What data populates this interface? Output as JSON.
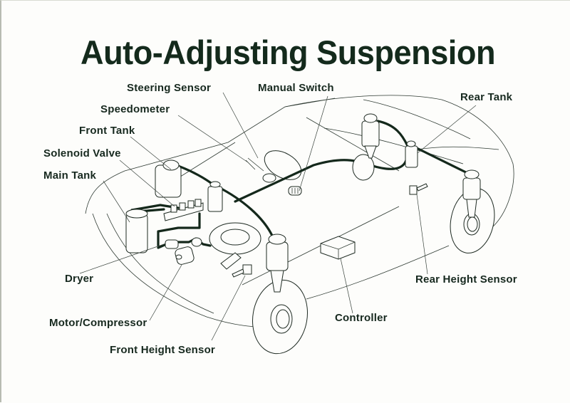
{
  "title": "Auto-Adjusting Suspension",
  "labels": {
    "steering_sensor": "Steering Sensor",
    "manual_switch": "Manual Switch",
    "rear_tank": "Rear Tank",
    "speedometer": "Speedometer",
    "front_tank": "Front Tank",
    "solenoid_valve": "Solenoid Valve",
    "main_tank": "Main Tank",
    "dryer": "Dryer",
    "rear_height_sensor": "Rear Height Sensor",
    "controller": "Controller",
    "motor_compressor": "Motor/Compressor",
    "front_height_sensor": "Front Height Sensor"
  },
  "colors": {
    "ink": "#17291f",
    "background": "#fdfdfb"
  }
}
